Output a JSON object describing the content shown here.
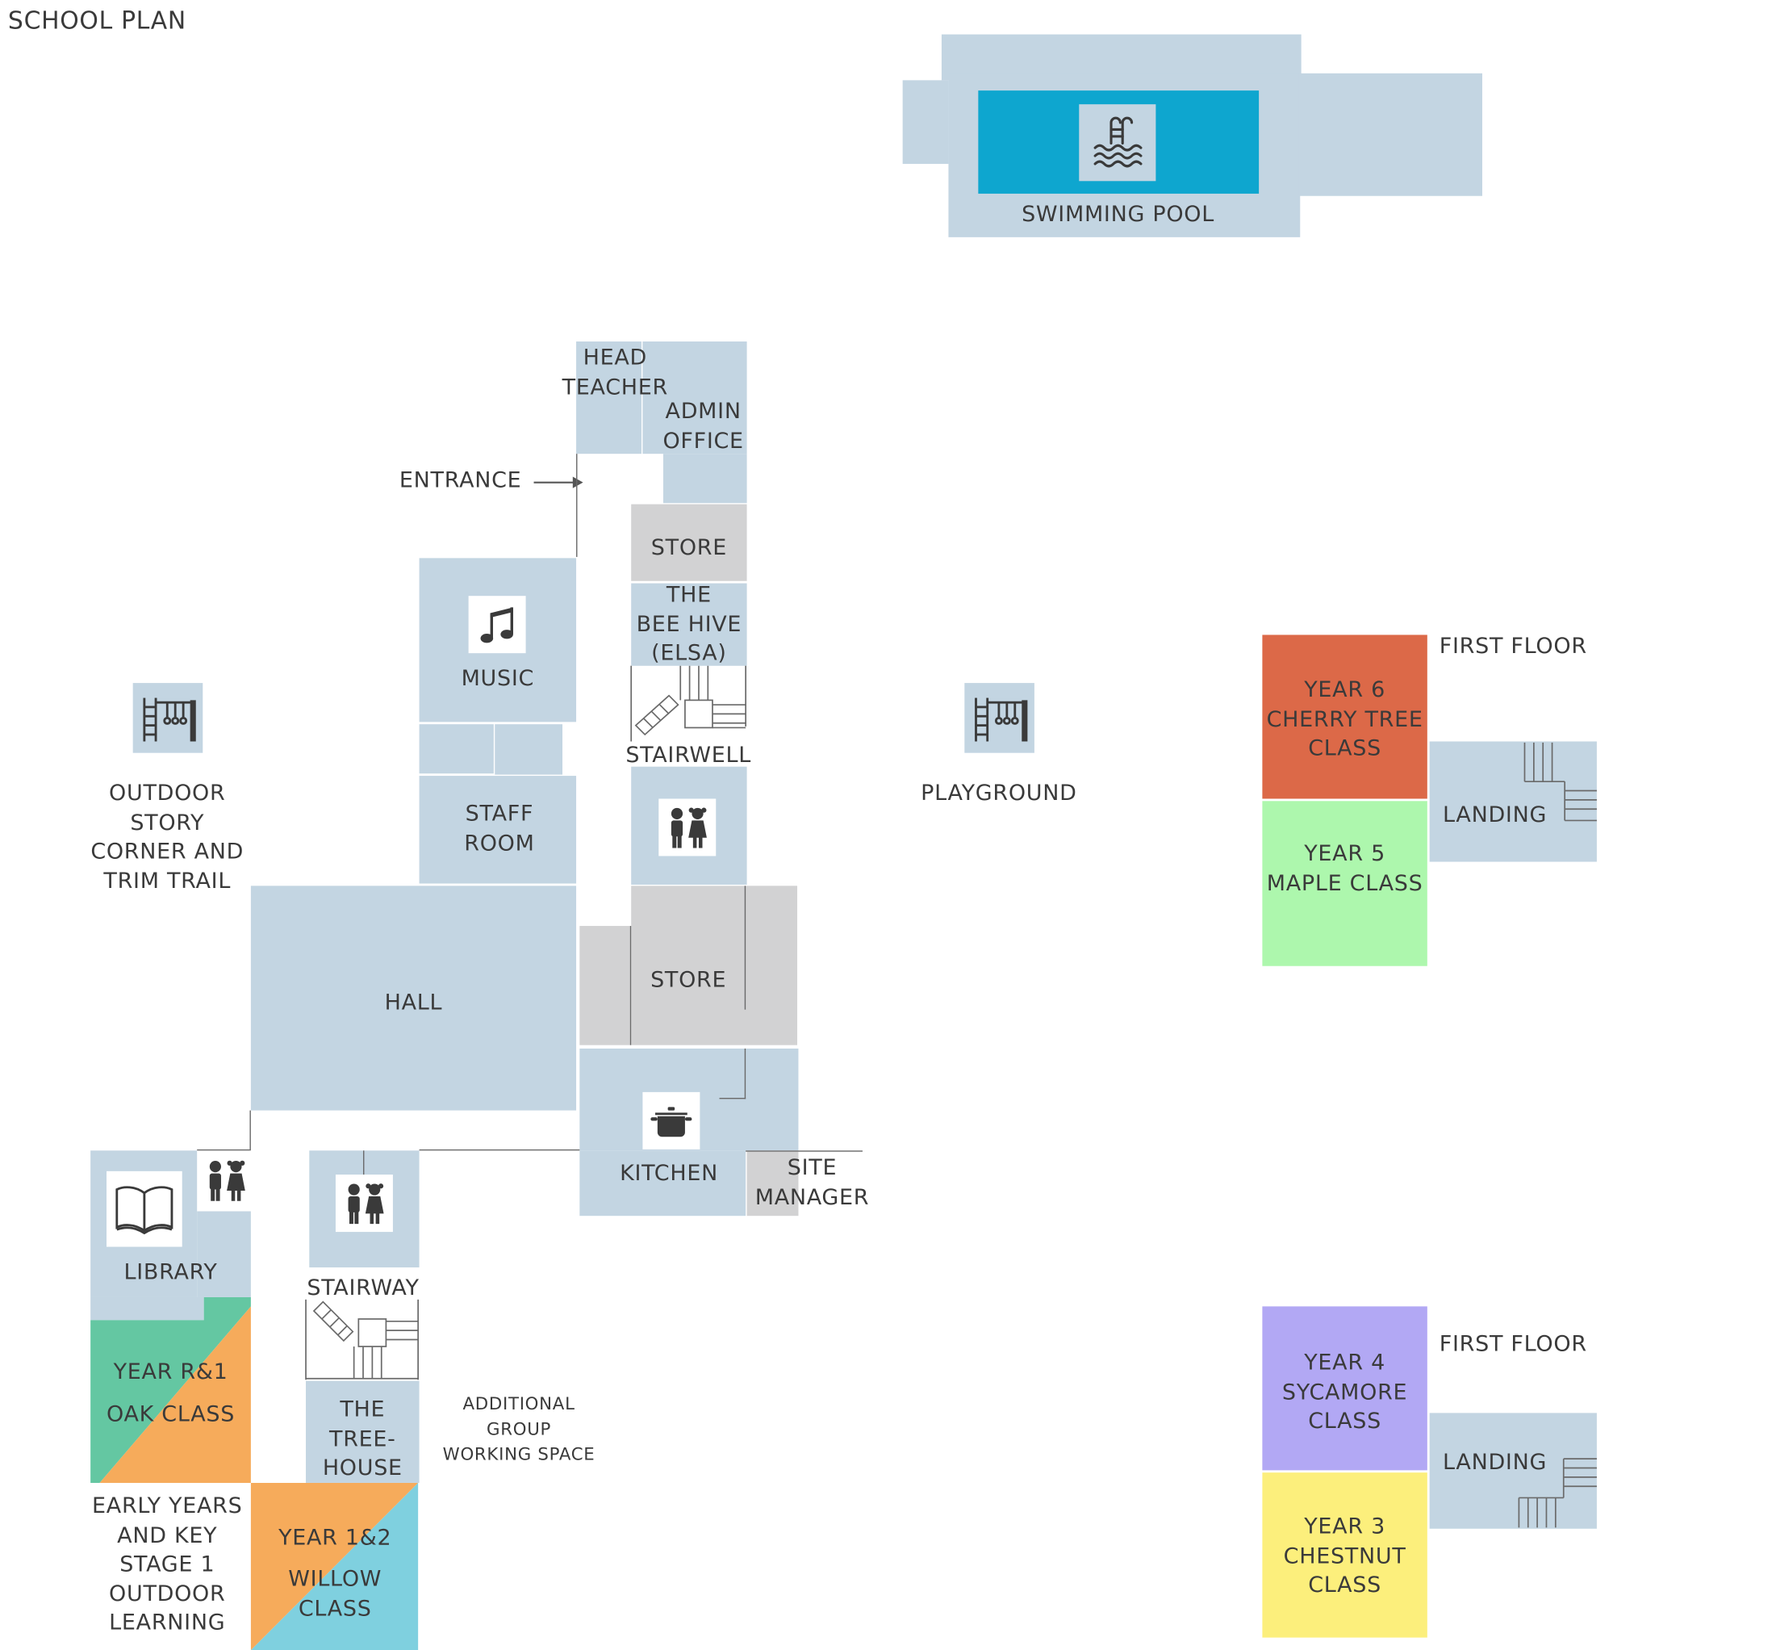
{
  "title": "SCHOOL PLAN",
  "colors": {
    "room": "#c3d5e2",
    "store": "#d2d2d3",
    "pool": "#0ea6cf",
    "cherry_tree": "#dc6948",
    "maple": "#adf7ad",
    "sycamore": "#b2a8f4",
    "chestnut": "#fcef7c",
    "oak": "#64c7a2",
    "willow": "#7fd0df",
    "orange": "#f6ab5b"
  },
  "labels": {
    "swimming_pool": "SWIMMING POOL",
    "head_teacher": "HEAD\nTEACHER",
    "admin_office": "ADMIN\nOFFICE",
    "entrance": "ENTRANCE",
    "store_top": "STORE",
    "bee_hive": "THE\nBEE HIVE\n(ELSA)",
    "stairwell": "STAIRWELL",
    "music": "MUSIC",
    "staff_room": "STAFF\nROOM",
    "hall": "HALL",
    "store_mid": "STORE",
    "kitchen": "KITCHEN",
    "site_manager": "SITE\nMANAGER",
    "library": "LIBRARY",
    "stairway": "STAIRWAY",
    "tree_house": "THE\nTREE-\nHOUSE",
    "additional_group": "ADDITIONAL\nGROUP\nWORKING SPACE",
    "year_r1": "YEAR R&1",
    "oak_class": "OAK CLASS",
    "year_12": "YEAR 1&2",
    "willow_class": "WILLOW CLASS",
    "early_years": "EARLY YEARS\nAND KEY\nSTAGE 1\nOUTDOOR\nLEARNING",
    "outdoor_story": "OUTDOOR\nSTORY\nCORNER AND\nTRIM TRAIL",
    "playground": "PLAYGROUND",
    "first_floor_a": "FIRST FLOOR",
    "year6": "YEAR 6\nCHERRY TREE\nCLASS",
    "landing_a": "LANDING",
    "year5": "YEAR 5\nMAPLE CLASS",
    "first_floor_b": "FIRST FLOOR",
    "year4": "YEAR 4\nSYCAMORE\nCLASS",
    "landing_b": "LANDING",
    "year3": "YEAR 3\nCHESTNUT\nCLASS"
  },
  "icons": {
    "pool": "swimming-pool-icon",
    "music": "music-note-icon",
    "toilets": "toilets-icon",
    "kitchen": "cooking-pot-icon",
    "library": "book-icon",
    "play_equipment": "climbing-frame-icon",
    "stairs": "stairs-icon"
  }
}
